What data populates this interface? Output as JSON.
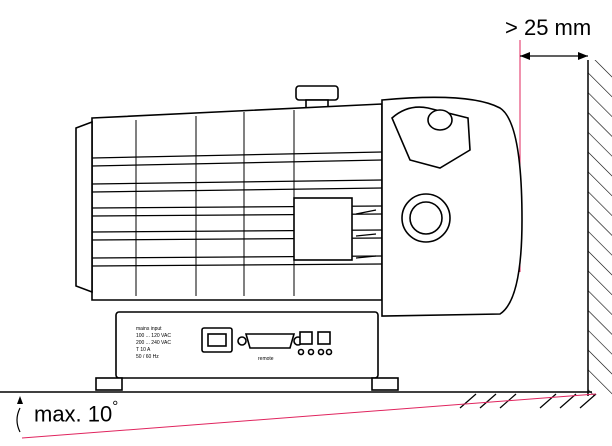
{
  "labels": {
    "wall_clearance": "> 25 mm",
    "max_tilt_prefix": "max. 10",
    "max_tilt_unit": "°"
  },
  "panel": {
    "mains_input": "mains input",
    "voltage_1": "100 ... 120 VAC",
    "voltage_2": "200 ... 240 VAC",
    "fuse": "T 10 A",
    "frequency": "50 / 60 Hz",
    "remote": "remote"
  },
  "colors": {
    "outline": "#000000",
    "guide_line": "#e0245e",
    "hatch": "#000000"
  }
}
